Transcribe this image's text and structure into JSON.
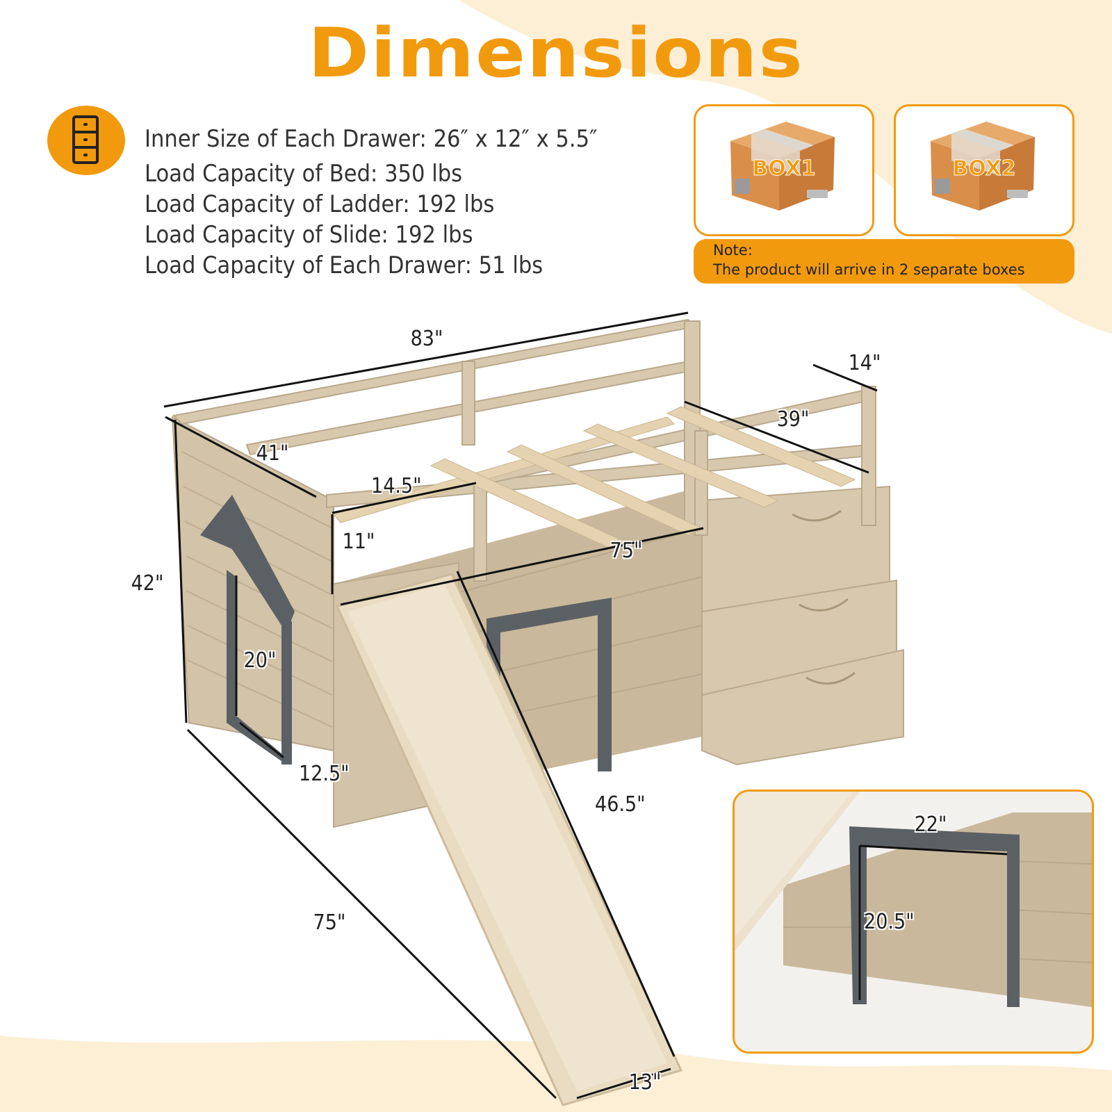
{
  "header": {
    "title": "Dimensions"
  },
  "specs": {
    "icon": "drawer-cabinet-icon",
    "lines": [
      "Inner Size of Each Drawer: 26″ x 12″ x 5.5″",
      "Load Capacity of Bed: 350 lbs",
      "Load Capacity of Ladder: 192 lbs",
      "Load Capacity of Slide: 192 lbs",
      "Load Capacity of Each Drawer: 51 lbs"
    ]
  },
  "packaging": {
    "boxes": [
      {
        "label": "BOX1",
        "icon": "cardboard-box-icon"
      },
      {
        "label": "BOX2",
        "icon": "cardboard-box-icon"
      }
    ],
    "note": {
      "heading": "Note:",
      "text": "The product will arrive in 2 separate boxes"
    }
  },
  "dimensions": {
    "overall_length_top": "83\"",
    "guardrail_height_side": "14\"",
    "inner_width": "39\"",
    "side_depth": "41\"",
    "slat_spacing": "14.5\"",
    "guardrail_height_front": "11\"",
    "inner_length": "75\"",
    "overall_height": "42\"",
    "window_height": "20\"",
    "window_width": "12.5\"",
    "slide_length": "46.5\"",
    "bottom_length": "75\"",
    "slide_width": "13\""
  },
  "inset": {
    "door_width": "22\"",
    "door_height": "20.5\""
  },
  "colors": {
    "accent": "#f29a0e",
    "wood": "#d3c3a8",
    "wood_dark": "#b9a88c",
    "trim": "#5b6064",
    "background_wave": "#fcefd5"
  }
}
